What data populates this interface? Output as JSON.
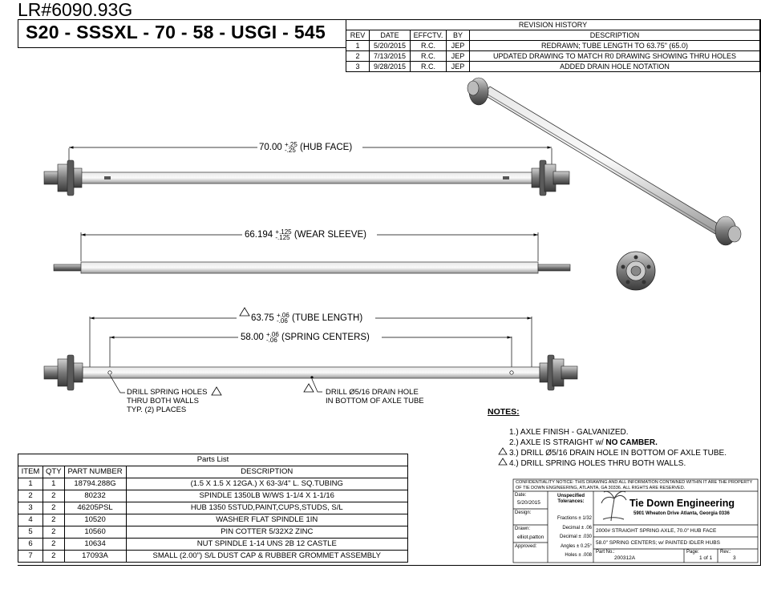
{
  "header": {
    "lr_number": "LR#6090.93G",
    "model": "S20 - SSSXL - 70 - 58 - USGI - 545"
  },
  "revision_history": {
    "title": "REVISION HISTORY",
    "columns": [
      "REV",
      "DATE",
      "EFFCTV.",
      "BY",
      "DESCRIPTION"
    ],
    "rows": [
      {
        "rev": "1",
        "date": "5/20/2015",
        "effctv": "R.C.",
        "by": "JEP",
        "description": "REDRAWN; TUBE LENGTH TO 63.75\" (65.0)"
      },
      {
        "rev": "2",
        "date": "7/13/2015",
        "effctv": "R.C.",
        "by": "JEP",
        "description": "UPDATED DRAWING TO MATCH R0 DRAWING SHOWING THRU HOLES"
      },
      {
        "rev": "3",
        "date": "9/28/2015",
        "effctv": "R.C.",
        "by": "JEP",
        "description": "ADDED DRAIN HOLE NOTATION"
      }
    ]
  },
  "dimensions": {
    "hub_face": {
      "value": "70.00",
      "tol_plus": "+.25",
      "tol_minus": "-.25",
      "label": "(HUB FACE)"
    },
    "wear_sleeve": {
      "value": "66.194",
      "tol_plus": "+.125",
      "tol_minus": "-.125",
      "label": "(WEAR SLEEVE)"
    },
    "tube_length": {
      "value": "63.75",
      "tol_plus": "+.06",
      "tol_minus": "-.06",
      "label": "(TUBE LENGTH)"
    },
    "spring_centers": {
      "value": "58.00",
      "tol_plus": "+.06",
      "tol_minus": "-.06",
      "label": "(SPRING CENTERS)"
    }
  },
  "callouts": {
    "spring_holes": [
      "DRILL SPRING HOLES",
      "THRU BOTH WALLS",
      "TYP. (2) PLACES"
    ],
    "drain_hole": [
      "DRILL Ø5/16 DRAIN HOLE",
      "IN BOTTOM OF AXLE TUBE"
    ]
  },
  "notes": {
    "title": "NOTES:",
    "items": [
      {
        "text": "1.) AXLE FINISH - GALVANIZED.",
        "bold": "",
        "flag": false
      },
      {
        "text": "2.) AXLE IS STRAIGHT w/ ",
        "bold": "NO CAMBER.",
        "flag": false
      },
      {
        "text": "3.) DRILL Ø5/16 DRAIN HOLE IN BOTTOM OF AXLE TUBE.",
        "bold": "",
        "flag": true
      },
      {
        "text": "4.) DRILL SPRING HOLES THRU BOTH WALLS.",
        "bold": "",
        "flag": true
      }
    ]
  },
  "parts_list": {
    "title": "Parts List",
    "columns": [
      "ITEM",
      "QTY",
      "PART NUMBER",
      "DESCRIPTION"
    ],
    "rows": [
      {
        "item": "1",
        "qty": "1",
        "part": "18794.288G",
        "desc": "(1.5 X 1.5 X 12GA.) X 63-3/4\" L. SQ.TUBING"
      },
      {
        "item": "2",
        "qty": "2",
        "part": "80232",
        "desc": "SPINDLE 1350LB W/WS 1-1/4 X 1-1/16"
      },
      {
        "item": "3",
        "qty": "2",
        "part": "46205PSL",
        "desc": "HUB 1350 5STUD,PAINT,CUPS,STUDS, S/L"
      },
      {
        "item": "4",
        "qty": "2",
        "part": "10520",
        "desc": "WASHER FLAT SPINDLE 1IN"
      },
      {
        "item": "5",
        "qty": "2",
        "part": "10560",
        "desc": "PIN COTTER 5/32X2 ZINC"
      },
      {
        "item": "6",
        "qty": "2",
        "part": "10634",
        "desc": "NUT SPINDLE 1-14 UNS 2B 12 CASTLE"
      },
      {
        "item": "7",
        "qty": "2",
        "part": "17093A",
        "desc": "SMALL (2.00\") S/L DUST CAP & RUBBER GROMMET ASSEMBLY"
      }
    ]
  },
  "title_block": {
    "confidentiality": "CONFIDENTIALITY NOTICE: THIS DRAWING AND ALL INFORMATION CONTAINED WITHIN IT ARE THE PROPERTY OF TIE DOWN ENGINEERING, ATLANTA, GA 30336. ALL RIGHTS ARE RESERVED.",
    "date_label": "Date:",
    "date": "5/20/2015",
    "design_label": "Design:",
    "drawn_label": "Drawn:",
    "drawn": "elliot.patton",
    "approved_label": "Approved:",
    "tolerances_title": "Unspecified Tolerances:",
    "tolerances": [
      "Fractions ± 1/32",
      "Decimal ± .06",
      "Decimal ± .030",
      "Angles ± 0.25°",
      "Holes ± .008"
    ],
    "company": "Tie Down Engineering",
    "address": "5901 Wheaton Drive  Atlanta, Georgia  0336",
    "desc_line1": "2000# STRAIGHT SPRING AXLE, 70.0\" HUB FACE",
    "desc_line2": "58.0\" SPRING CENTERS; w/ PAINTED IDLER HUBS",
    "part_no_label": "Part No.:",
    "part_no": "200312A",
    "page_label": "Page:",
    "page": "1 of 1",
    "rev_label": "Rev.:",
    "rev": "3"
  }
}
